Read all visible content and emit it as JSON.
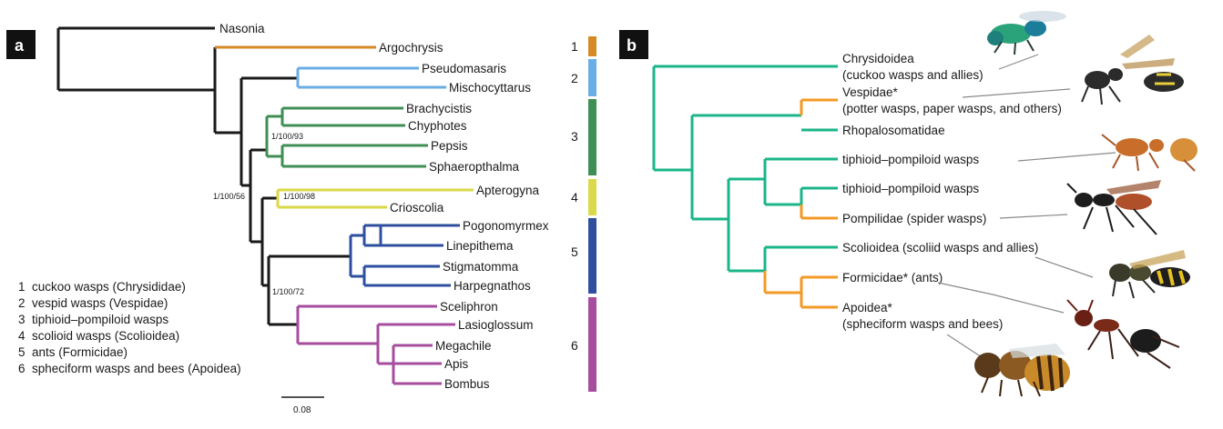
{
  "panels": {
    "a": "a",
    "b": "b"
  },
  "colors": {
    "black": "#1a1a1a",
    "g1": "#d68a26",
    "g2": "#6aaee6",
    "g3": "#3f8f55",
    "g4": "#d9d94a",
    "g5": "#2e4f9e",
    "g6": "#a64d9e",
    "teal": "#1bb58a",
    "orange": "#f39a25"
  },
  "tree_a": {
    "taxa": [
      "Nasonia",
      "Argochrysis",
      "Pseudomasaris",
      "Mischocyttarus",
      "Brachycistis",
      "Chyphotes",
      "Pepsis",
      "Sphaeropthalma",
      "Apterogyna",
      "Crioscolia",
      "Pogonomyrmex",
      "Linepithema",
      "Stigmatomma",
      "Harpegnathos",
      "Sceliphron",
      "Lasioglossum",
      "Megachile",
      "Apis",
      "Bombus"
    ],
    "support": [
      "1/100/93",
      "1/100/56",
      "1/100/98",
      "1/100/72"
    ],
    "group_numbers": [
      "1",
      "2",
      "3",
      "4",
      "5",
      "6"
    ],
    "legend": [
      "1  cuckoo wasps (Chrysididae)",
      "2  vespid wasps (Vespidae)",
      "3  tiphioid–pompiloid wasps",
      "4  scolioid wasps (Scolioidea)",
      "5  ants (Formicidae)",
      "6  spheciform wasps and bees (Apoidea)"
    ],
    "scale": "0.08"
  },
  "tree_b": {
    "labels": [
      {
        "line1": "Chrysidoidea",
        "line2": "(cuckoo wasps and allies)"
      },
      {
        "line1": "Vespidae*",
        "line2": "(potter wasps, paper wasps, and others)"
      },
      {
        "line1": "Rhopalosomatidae",
        "line2": ""
      },
      {
        "line1": "tiphioid–pompiloid wasps",
        "line2": ""
      },
      {
        "line1": "tiphioid–pompiloid wasps",
        "line2": ""
      },
      {
        "line1": "Pompilidae (spider wasps)",
        "line2": ""
      },
      {
        "line1": "Scolioidea (scoliid wasps and allies)",
        "line2": ""
      },
      {
        "line1": "Formicidae* (ants)",
        "line2": ""
      },
      {
        "line1": "Apoidea*",
        "line2": "(spheciform wasps and bees)"
      }
    ]
  }
}
